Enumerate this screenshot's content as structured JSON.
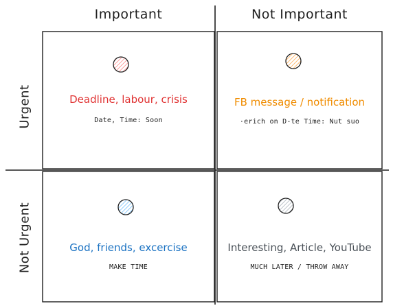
{
  "columns": {
    "important": "Important",
    "not_important": "Not Important"
  },
  "rows": {
    "urgent": "Urgent",
    "not_urgent": "Not Urgent"
  },
  "quadrants": {
    "q1": {
      "title": "Deadline, labour, crisis",
      "subtitle": "Date, Time: Soon",
      "color": "#e03131",
      "dot_color": "#ff8787"
    },
    "q2": {
      "title": "FB message / notification",
      "subtitle": "·erich on D-te Time: Nut suo",
      "color": "#f08c00",
      "dot_color": "#ffa94d"
    },
    "q3": {
      "title": "God, friends, excercise",
      "subtitle": "MAKE TIME",
      "color": "#1971c2",
      "dot_color": "#74c0fc"
    },
    "q4": {
      "title": "Interesting, Article, YouTube",
      "subtitle": "MUCH LATER / THROW AWAY",
      "color": "#495057",
      "dot_color": "#adb5bd"
    }
  }
}
